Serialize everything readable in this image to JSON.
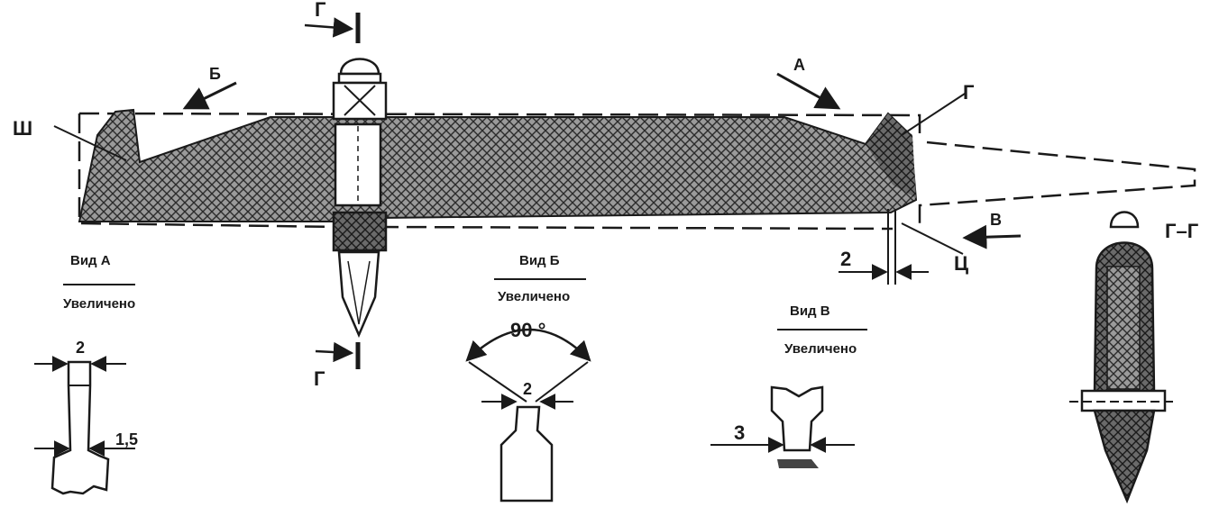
{
  "labels": {
    "section_top": "Г",
    "section_bottom": "Г",
    "arrow_a": "А",
    "arrow_b": "Б",
    "arrow_v": "В",
    "part_sh": "Ш",
    "part_g": "Г",
    "part_ts": "Ц",
    "section_gg": "Г–Г",
    "gap_dim": "2"
  },
  "view_a": {
    "title": "Вид А",
    "subtitle": "Увеличено",
    "dim_top": "2",
    "dim_side": "1,5"
  },
  "view_b": {
    "title": "Вид Б",
    "subtitle": "Увеличено",
    "angle": "90 °",
    "dim": "2"
  },
  "view_v": {
    "title": "Вид В",
    "subtitle": "Увеличено",
    "dim": "3"
  }
}
